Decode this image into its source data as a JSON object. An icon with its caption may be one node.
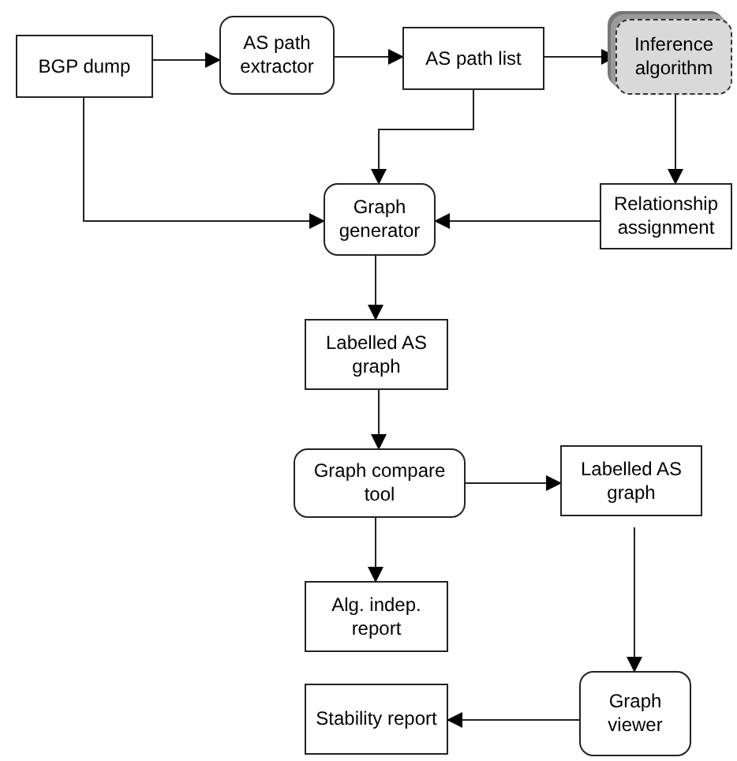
{
  "diagram": {
    "nodes": [
      {
        "text": [
          "BGP dump"
        ]
      },
      {
        "text": [
          "AS path extractor"
        ]
      },
      {
        "text": [
          "AS path list"
        ]
      },
      {
        "text": [
          "Inference algorithm"
        ]
      },
      {
        "text": [
          "Graph generator"
        ]
      },
      {
        "text": [
          "Relationship assignment"
        ]
      },
      {
        "text": [
          "Labelled AS graph"
        ]
      },
      {
        "text": [
          "Graph compare tool"
        ]
      },
      {
        "text": [
          "Labelled AS graph"
        ]
      },
      {
        "text": [
          "Alg. indep. report"
        ]
      },
      {
        "text": [
          "Stability report"
        ]
      },
      {
        "text": [
          "Graph viewer"
        ]
      }
    ],
    "edges": [
      {
        "from": 0,
        "to": 1,
        "arrow": "to"
      },
      {
        "from": 1,
        "to": 2,
        "arrow": "to"
      },
      {
        "from": 2,
        "to": 3,
        "arrow": "to"
      },
      {
        "from": 2,
        "to": 4,
        "arrow": "to"
      },
      {
        "from": 0,
        "to": 4,
        "arrow": "to"
      },
      {
        "from": 3,
        "to": 5,
        "arrow": "to"
      },
      {
        "from": 5,
        "to": 4,
        "arrow": "to"
      },
      {
        "from": 4,
        "to": 6,
        "arrow": "to"
      },
      {
        "from": 6,
        "to": 7,
        "arrow": "to"
      },
      {
        "from": 7,
        "to": 8,
        "arrow": "to"
      },
      {
        "from": 7,
        "to": 9,
        "arrow": "to"
      },
      {
        "from": 8,
        "to": 11,
        "arrow": "to"
      },
      {
        "from": 11,
        "to": 10,
        "arrow": "to"
      }
    ]
  }
}
